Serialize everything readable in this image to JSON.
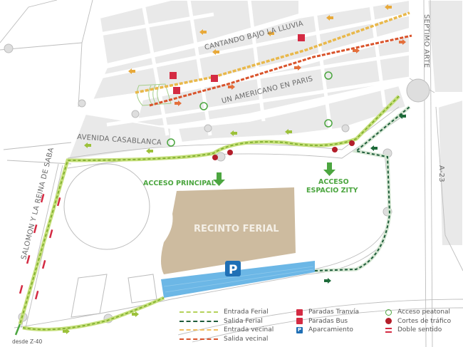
{
  "map": {
    "streets": {
      "cantando": "CANTANDO BAJO LA LLUVIA",
      "americano": "UN AMERICANO EN PARIS",
      "casablanca": "AVENIDA CASABLANCA",
      "salomon": "SALOMON Y LA REINA DE SABA",
      "septimo": "SEPTIMO ARTE",
      "a23": "A-23"
    },
    "access_principal": "ACCESO PRINCIPAL",
    "access_zity_line1": "ACCESO",
    "access_zity_line2": "ESPACIO ZITY",
    "venue": "RECINTO FERIAL",
    "parking_symbol": "P",
    "from_z40": "desde Z-40"
  },
  "colors": {
    "entrada_ferial": "#9cc13a",
    "salida_ferial": "#1e5c3a",
    "entrada_vecinal": "#e8a93a",
    "salida_vecinal": "#d9532b",
    "tram_stop": "#d42b43",
    "bus_stop": "#d42b43",
    "parking": "#1f6fb5",
    "parking_area": "#6cb7e6",
    "pedestrian": "#4ca640",
    "venue": "#cdbb9f",
    "block": "#e8e8e8"
  },
  "legend": {
    "routes": [
      {
        "label": "Entrada Ferial",
        "color": "#b5d25a"
      },
      {
        "label": "Salida Ferial",
        "color": "#1e5c3a"
      },
      {
        "label": "Entrada vecinal",
        "color": "#f0c060"
      },
      {
        "label": "Salida vecinal",
        "color": "#d9532b"
      }
    ],
    "stops": [
      {
        "label": "Paradas Tranvía",
        "icon": "tram-stop-icon"
      },
      {
        "label": "Paradas Bus",
        "icon": "bus-stop-icon"
      },
      {
        "label": "Aparcamiento",
        "icon": "parking-icon",
        "symbol": "P"
      }
    ],
    "other": [
      {
        "label": "Acceso peatonal",
        "icon": "pedestrian-access-icon"
      },
      {
        "label": "Cortes de tráfico",
        "icon": "traffic-cut-icon"
      },
      {
        "label": "Doble sentido",
        "icon": "two-way-icon"
      }
    ]
  }
}
